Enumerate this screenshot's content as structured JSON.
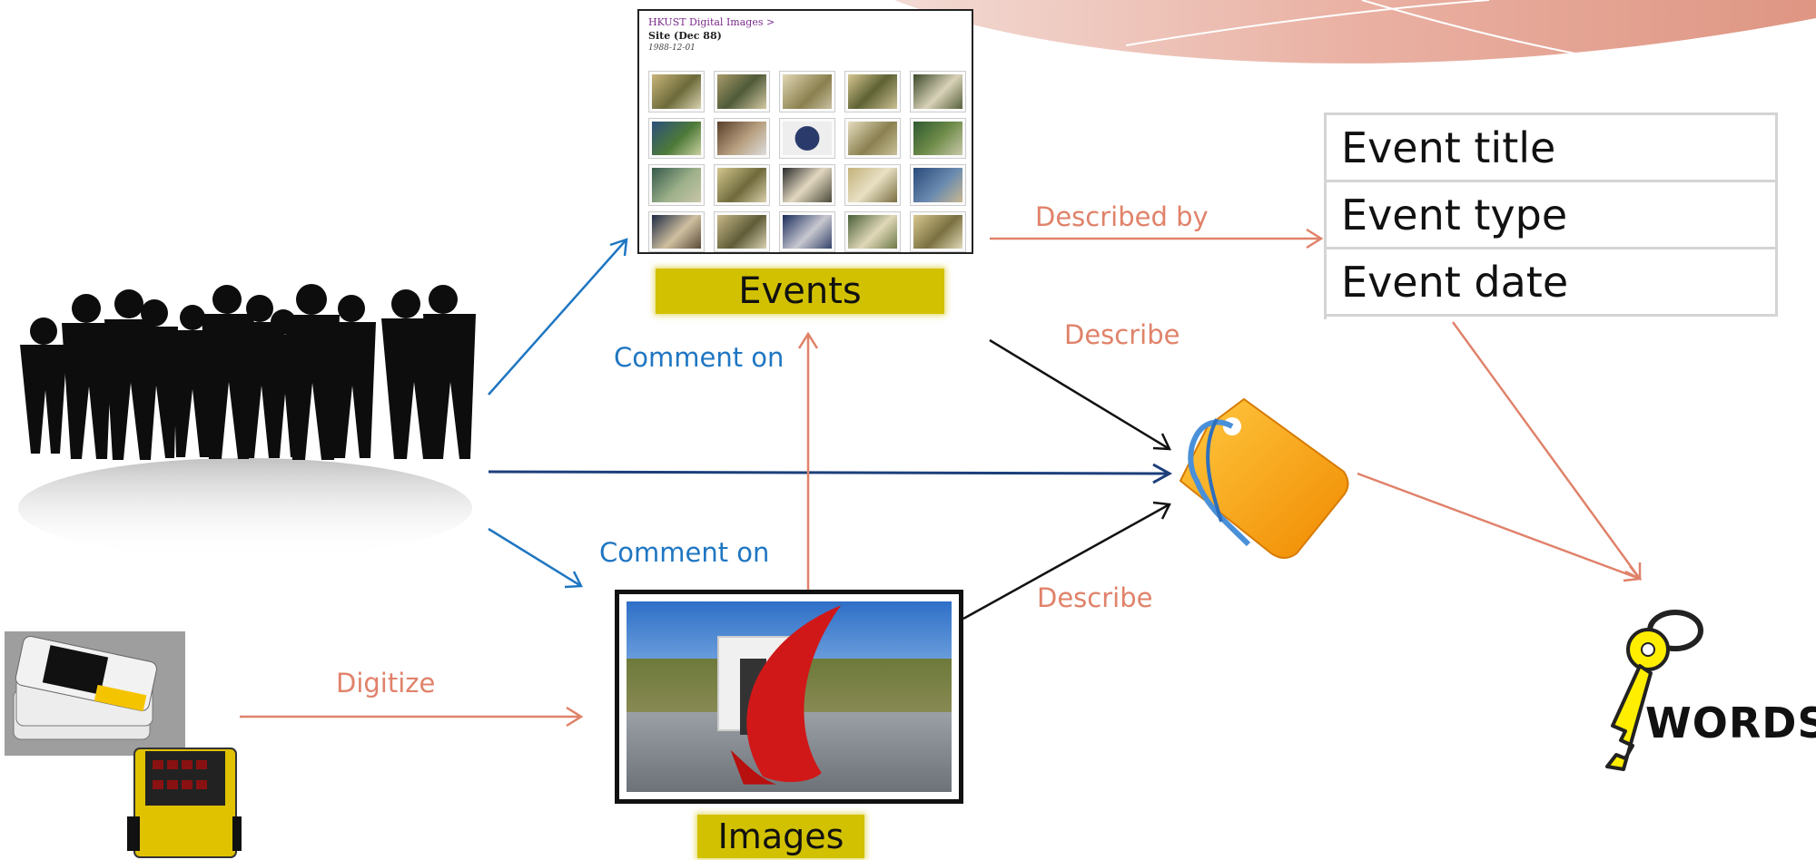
{
  "events_panel": {
    "breadcrumb": "HKUST Digital Images >",
    "title": "Site (Dec 88)",
    "date": "1988-12-01"
  },
  "nodes": {
    "events_label": "Events",
    "images_label": "Images"
  },
  "metadata_fields": [
    "Event title",
    "Event type",
    "Event date"
  ],
  "edge_labels": {
    "described_by": "Described by",
    "describe_events": "Describe",
    "describe_images": "Describe",
    "comment_on_events": "Comment on",
    "comment_on_images": "Comment on",
    "digitize": "Digitize"
  },
  "keywords_logo": "WORDS",
  "icons": [
    "people-silhouette-icon",
    "tag-icon",
    "keys-icon",
    "slides-icon",
    "film-canister-icon"
  ],
  "colors": {
    "salmon": "#e0826a",
    "blue": "#1f76c2",
    "dark_blue": "#1c3f7a",
    "label_yellow": "#d2c101",
    "tag_orange": "#f5a010"
  }
}
